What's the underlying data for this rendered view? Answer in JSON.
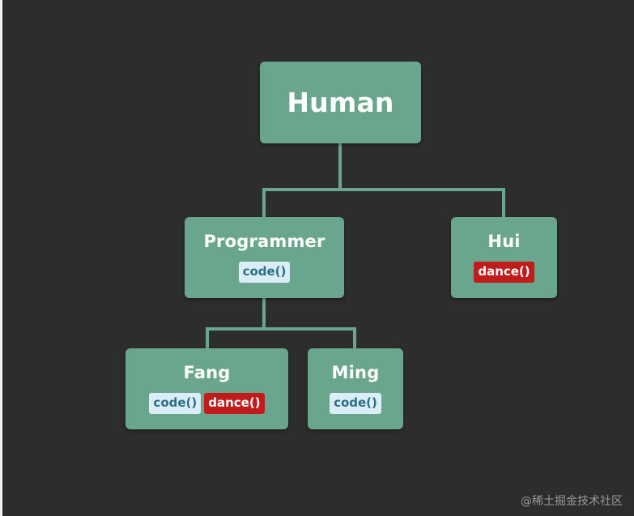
{
  "nodes": {
    "human": {
      "title": "Human",
      "methods": []
    },
    "programmer": {
      "title": "Programmer",
      "methods": [
        "code()"
      ]
    },
    "hui": {
      "title": "Hui",
      "methods": [
        "dance()"
      ]
    },
    "fang": {
      "title": "Fang",
      "methods": [
        "code()",
        "dance()"
      ]
    },
    "ming": {
      "title": "Ming",
      "methods": [
        "code()"
      ]
    }
  },
  "edges": [
    [
      "human",
      "programmer"
    ],
    [
      "human",
      "hui"
    ],
    [
      "programmer",
      "fang"
    ],
    [
      "programmer",
      "ming"
    ]
  ],
  "watermark": "@稀土掘金技术社区",
  "colors": {
    "background": "#2d2d2d",
    "node": "#6aa68d",
    "connector": "#6aa68d",
    "code_badge_bg": "#dbeef7",
    "code_badge_text": "#2a6f86",
    "dance_badge_bg": "#c21b1b",
    "dance_badge_text": "#ffffff"
  }
}
